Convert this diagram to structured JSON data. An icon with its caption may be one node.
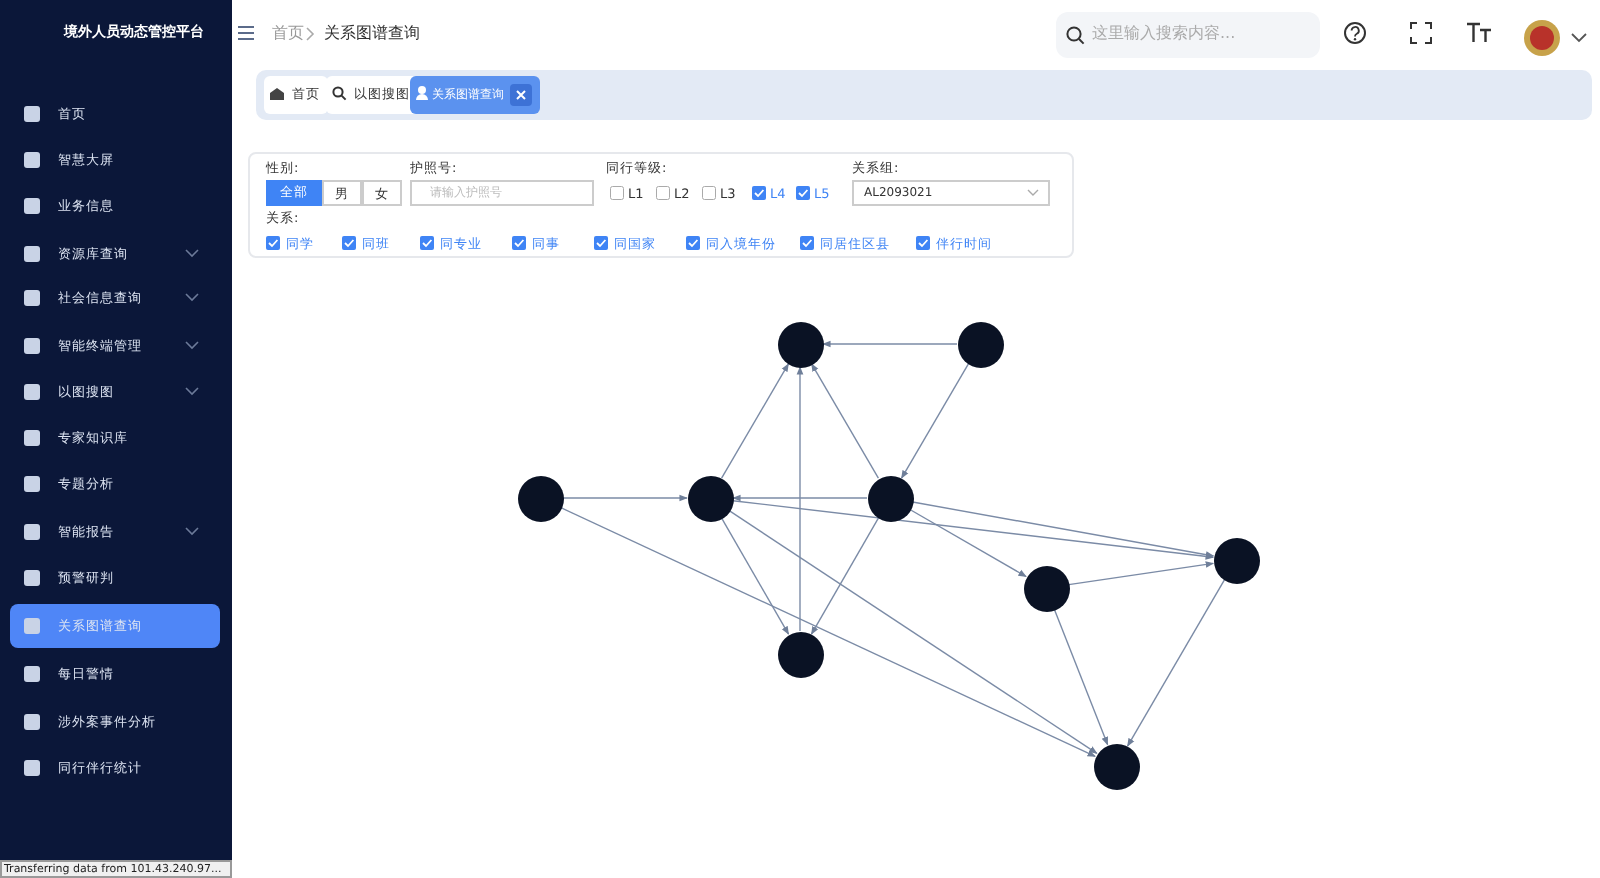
{
  "diagram": {
    "nodes": [
      {
        "text": [],
        "shape": "circle"
      },
      {
        "text": [],
        "shape": "circle"
      },
      {
        "text": [],
        "shape": "circle"
      },
      {
        "text": [],
        "shape": "circle"
      },
      {
        "text": [],
        "shape": "circle"
      },
      {
        "text": [],
        "shape": "circle"
      },
      {
        "text": [],
        "shape": "circle"
      },
      {
        "text": [],
        "shape": "circle"
      },
      {
        "text": [],
        "shape": "circle"
      }
    ],
    "edges": [
      {
        "from": 1,
        "to": 0,
        "arrow": "to"
      },
      {
        "from": 3,
        "to": 0,
        "arrow": "to"
      },
      {
        "from": 4,
        "to": 0,
        "arrow": "to"
      },
      {
        "from": 1,
        "to": 4,
        "arrow": "to"
      },
      {
        "from": 2,
        "to": 3,
        "arrow": "to"
      },
      {
        "from": 4,
        "to": 3,
        "arrow": "to"
      },
      {
        "from": 7,
        "to": 0,
        "arrow": "to"
      },
      {
        "from": 3,
        "to": 7,
        "arrow": "to"
      },
      {
        "from": 4,
        "to": 7,
        "arrow": "to"
      },
      {
        "from": 3,
        "to": 5,
        "arrow": "to"
      },
      {
        "from": 4,
        "to": 5,
        "arrow": "to"
      },
      {
        "from": 4,
        "to": 6,
        "arrow": "to"
      },
      {
        "from": 6,
        "to": 5,
        "arrow": "to"
      },
      {
        "from": 6,
        "to": 8,
        "arrow": "to"
      },
      {
        "from": 5,
        "to": 8,
        "arrow": "to"
      },
      {
        "from": 2,
        "to": 8,
        "arrow": "to"
      },
      {
        "from": 3,
        "to": 8,
        "arrow": "to"
      }
    ],
    "labels": [
      "境外人员动态管控平台",
      "首页",
      "智慧大屏",
      "业务信息",
      "资源库查询",
      "社会信息查询",
      "智能终端管理",
      "以图搜图",
      "专家知识库",
      "专题分析",
      "智能报告",
      "预警研判",
      "关系图谱查询",
      "每日警情",
      "涉外案事件分析",
      "同行伴行统计",
      "首页",
      "关系图谱查询",
      "这里输入搜索内容...",
      "首页",
      "以图搜图",
      "关系图谱查询",
      "性别:",
      "全部",
      "男",
      "女",
      "护照号:",
      "请输入护照号",
      "同行等级:",
      "L1",
      "L2",
      "L3",
      "L4",
      "L5",
      "关系组:",
      "AL2093021",
      "关系:",
      "同学",
      "同班",
      "同专业",
      "同事",
      "同国家",
      "同入境年份",
      "同居住区县",
      "伴行时间",
      "Transferring data from 101.43.240.97..."
    ]
  }
}
